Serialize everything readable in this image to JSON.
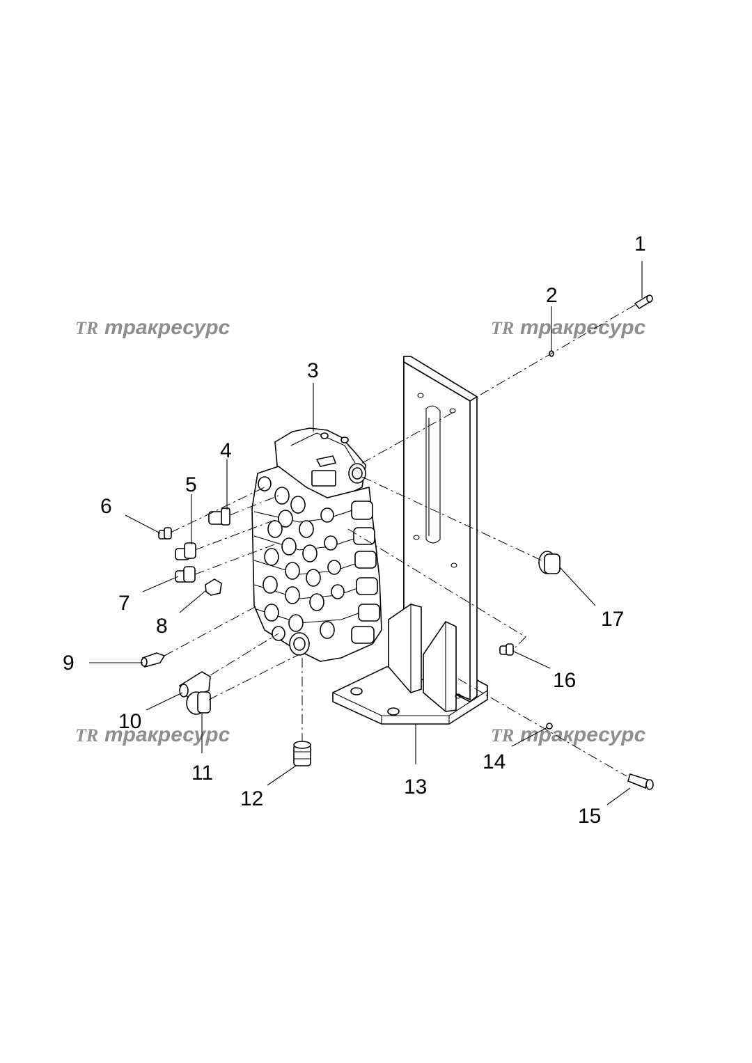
{
  "watermark": {
    "logo": "TR",
    "text": "тракресурс"
  },
  "callouts": [
    {
      "number": "1"
    },
    {
      "number": "2"
    },
    {
      "number": "3"
    },
    {
      "number": "4"
    },
    {
      "number": "5"
    },
    {
      "number": "6"
    },
    {
      "number": "7"
    },
    {
      "number": "8"
    },
    {
      "number": "9"
    },
    {
      "number": "10"
    },
    {
      "number": "11"
    },
    {
      "number": "12"
    },
    {
      "number": "13"
    },
    {
      "number": "14"
    },
    {
      "number": "15"
    },
    {
      "number": "16"
    },
    {
      "number": "17"
    }
  ]
}
